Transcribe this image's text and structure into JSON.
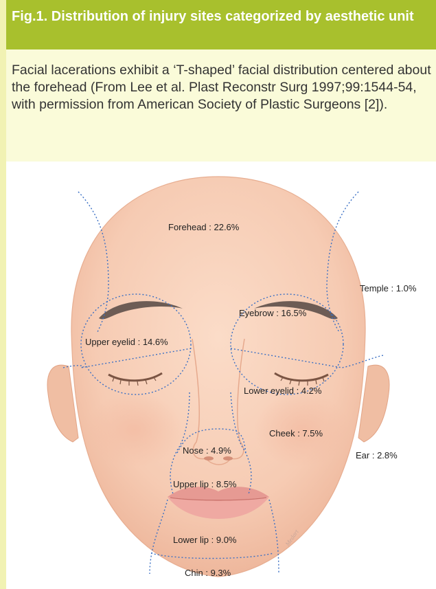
{
  "figure": {
    "title": "Fig.1. Distribution of injury sites categorized by aesthetic unit",
    "caption": "Facial lacerations exhibit a ‘T-shaped’ facial distribution centered about the forehead (From Lee et al. Plast Reconstr Surg 1997;99:1544-54, with permission from American Society of Plastic Surgeons [2])."
  },
  "diagram": {
    "labels": {
      "forehead": "Forehead : 22.6%",
      "temple": "Temple : 1.0%",
      "eyebrow": "Eyebrow : 16.5%",
      "upper_eyelid": "Upper eyelid : 14.6%",
      "lower_eyelid": "Lower eyelid : 4.2%",
      "cheek": "Cheek : 7.5%",
      "ear": "Ear : 2.8%",
      "nose": "Nose : 4.9%",
      "upper_lip": "Upper lip : 8.5%",
      "lower_lip": "Lower lip : 9.0%",
      "chin": "Chin : 9.3%"
    },
    "signature": "Medart",
    "colors": {
      "title_bg": "#a8c02d",
      "caption_bg": "#fafbd9",
      "skin": "#f6cbb3",
      "skin_shade": "#eab194",
      "brow": "#6d5c55",
      "boundary": "#3a6fc4",
      "lips": "#e69a93"
    }
  }
}
